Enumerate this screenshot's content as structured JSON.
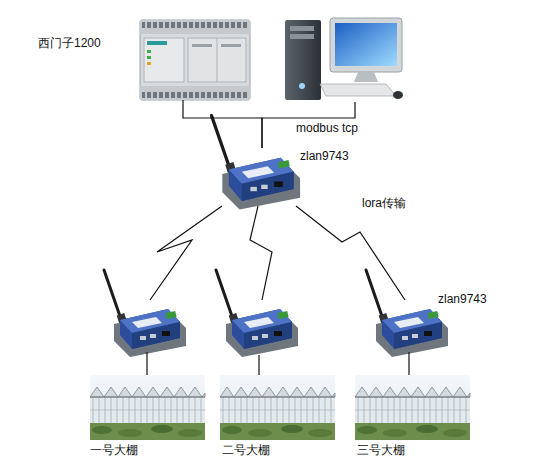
{
  "diagram": {
    "nodes": [
      {
        "text": [
          "西门子1200"
        ]
      },
      {
        "text": []
      },
      {
        "text": [
          "zlan9743"
        ]
      },
      {
        "text": []
      },
      {
        "text": []
      },
      {
        "text": [
          "zlan9743"
        ]
      },
      {
        "text": [
          "一号大棚"
        ]
      },
      {
        "text": [
          "二号大棚"
        ]
      },
      {
        "text": [
          "三号大棚"
        ]
      }
    ],
    "edges": [
      {
        "from": 0,
        "to": 2,
        "arrow": "none"
      },
      {
        "from": 1,
        "to": 2,
        "arrow": "none"
      },
      {
        "from": 2,
        "to": 3,
        "arrow": "none"
      },
      {
        "from": 2,
        "to": 4,
        "arrow": "none"
      },
      {
        "from": 2,
        "to": 5,
        "arrow": "none"
      },
      {
        "from": 3,
        "to": 6,
        "arrow": "none"
      },
      {
        "from": 4,
        "to": 7,
        "arrow": "none"
      },
      {
        "from": 5,
        "to": 8,
        "arrow": "none"
      }
    ],
    "labels": [
      "modbus tcp",
      "lora传输"
    ]
  }
}
